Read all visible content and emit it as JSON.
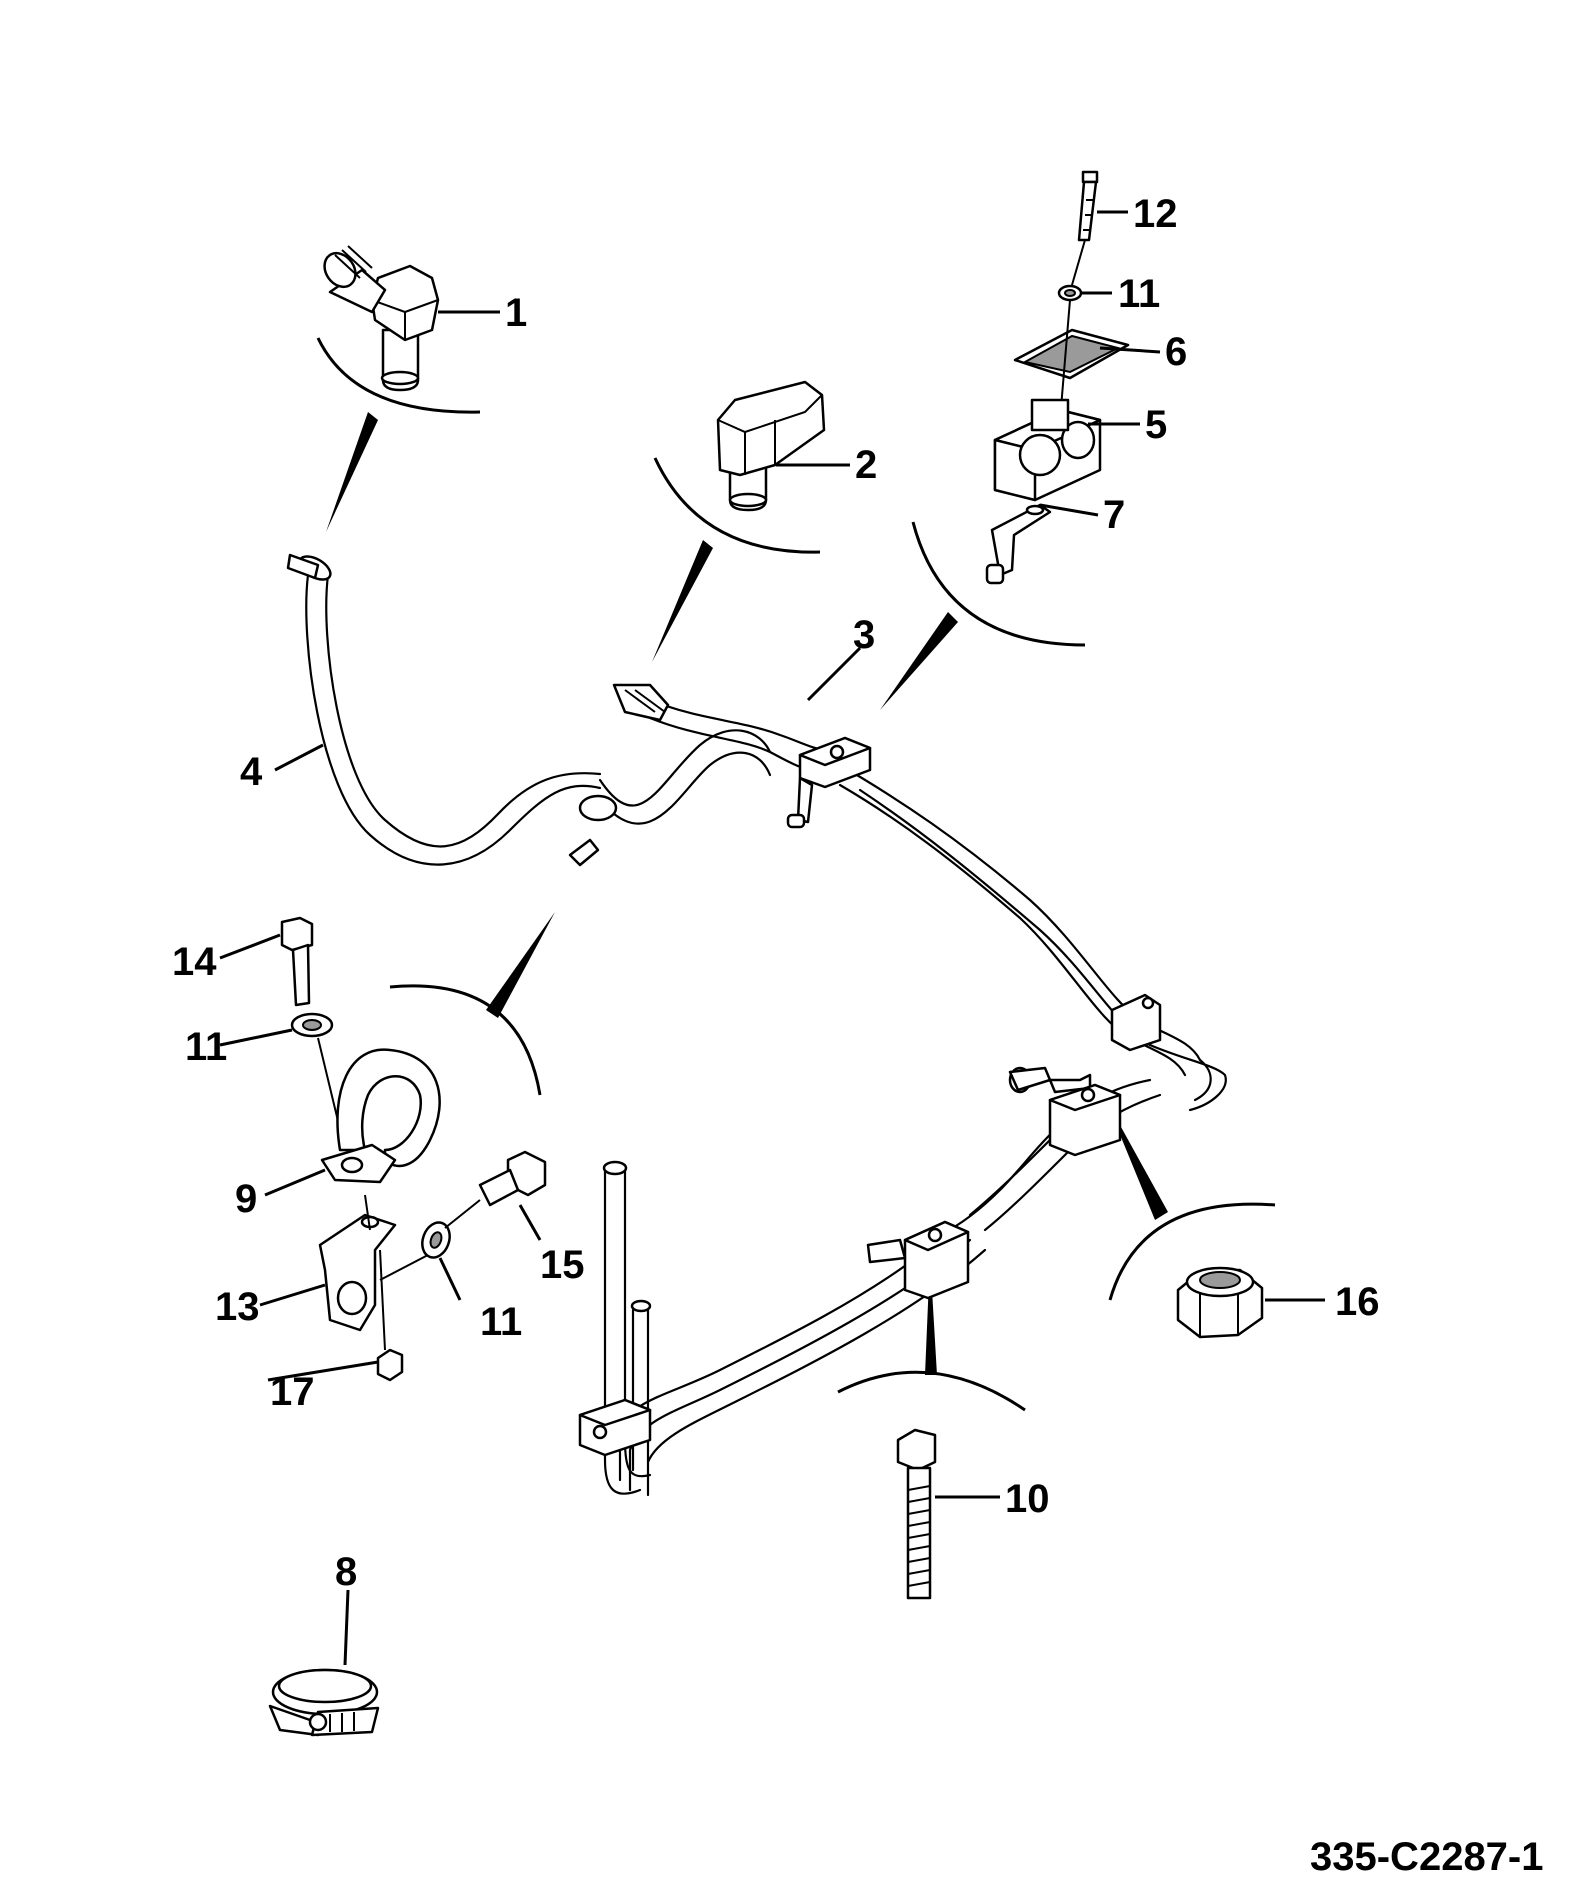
{
  "drawing_number": "335-C2287-1",
  "callouts": [
    {
      "id": "c1",
      "text": "1"
    },
    {
      "id": "c2",
      "text": "2"
    },
    {
      "id": "c3",
      "text": "3"
    },
    {
      "id": "c4",
      "text": "4"
    },
    {
      "id": "c5",
      "text": "5"
    },
    {
      "id": "c6",
      "text": "6"
    },
    {
      "id": "c7",
      "text": "7"
    },
    {
      "id": "c8",
      "text": "8"
    },
    {
      "id": "c9",
      "text": "9"
    },
    {
      "id": "c10",
      "text": "10"
    },
    {
      "id": "c11a",
      "text": "11"
    },
    {
      "id": "c11b",
      "text": "11"
    },
    {
      "id": "c11c",
      "text": "11"
    },
    {
      "id": "c12",
      "text": "12"
    },
    {
      "id": "c13",
      "text": "13"
    },
    {
      "id": "c14",
      "text": "14"
    },
    {
      "id": "c15",
      "text": "15"
    },
    {
      "id": "c16",
      "text": "16"
    },
    {
      "id": "c17",
      "text": "17"
    }
  ]
}
